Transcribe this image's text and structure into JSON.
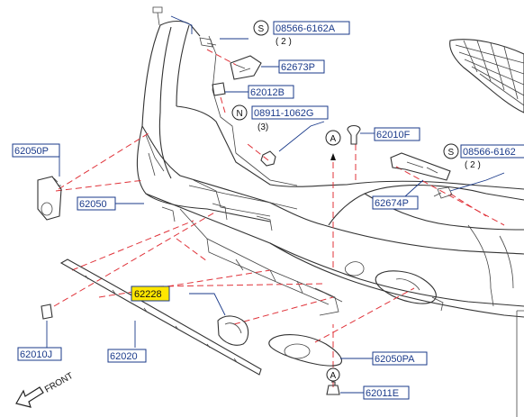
{
  "labels": {
    "p1": "08566-6162A",
    "p1_qty": "( 2 )",
    "p1_sym": "S",
    "p2": "62673P",
    "p3": "62012B",
    "p4": "08911-1062G",
    "p4_qty": "(3)",
    "p4_sym": "N",
    "p5": "62050P",
    "p6": "62050",
    "p7": "62010F",
    "p8": "08566-6162",
    "p8_qty": "( 2 )",
    "p8_sym": "S",
    "p9": "62674P",
    "p10": "62228",
    "p11": "62010J",
    "p12": "62020",
    "p13": "62050PA",
    "p14": "62011E",
    "ref_a": "A",
    "ref_a2": "A",
    "front": "FRONT"
  },
  "colors": {
    "label_text": "#1a3a8a",
    "highlight": "#ffe600",
    "guide_lines": "#e0333a",
    "part_lines": "#333333"
  }
}
